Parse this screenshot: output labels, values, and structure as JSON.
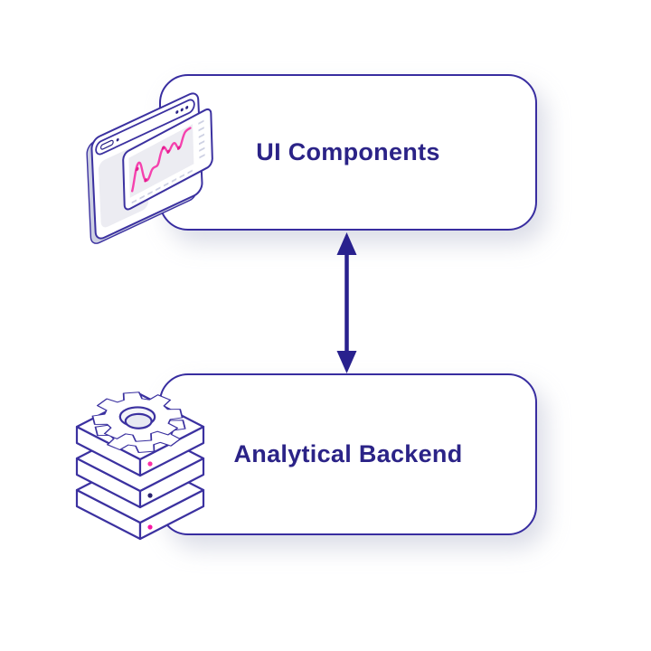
{
  "diagram": {
    "nodes": [
      {
        "id": "ui-components",
        "label": "UI Components",
        "icon": "browser-chart-icon"
      },
      {
        "id": "analytical-backend",
        "label": "Analytical Backend",
        "icon": "gear-database-stack-icon"
      }
    ],
    "connector": {
      "type": "bidirectional-vertical-arrow",
      "between": [
        "ui-components",
        "analytical-backend"
      ]
    },
    "colors": {
      "background": "#ffffff",
      "node_border": "#382da0",
      "node_fill": "#ffffff",
      "label_text": "#2b2387",
      "arrow": "#29218e",
      "illustration_outline": "#3b31a0",
      "chart_line_pink": "#f542ae",
      "chart_dot_pink": "#e51d90",
      "stack_dot_pink": "#fb2fa7",
      "stack_dot_navy": "#2a2270",
      "light_fill": "#ececf2",
      "extrusion_gray": "#cdd0e2"
    }
  }
}
